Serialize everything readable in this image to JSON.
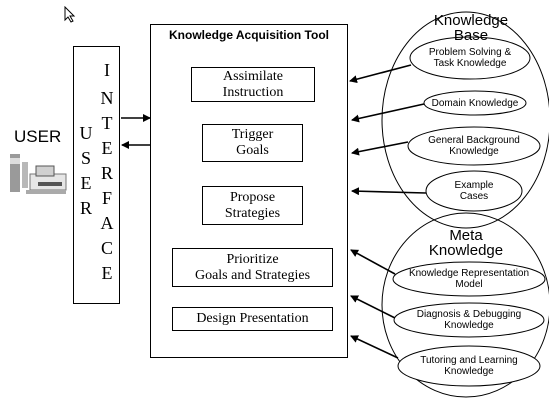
{
  "user": {
    "label": "USER"
  },
  "interface": {
    "letters": [
      "I",
      "N",
      "T",
      "E",
      "R",
      "F",
      "A",
      "C",
      "E"
    ],
    "inner": [
      "U",
      "S",
      "E",
      "R"
    ]
  },
  "tool": {
    "title": "Knowledge Acquisition Tool",
    "components": [
      {
        "line1": "Assimilate",
        "line2": "Instruction"
      },
      {
        "line1": "Trigger",
        "line2": "Goals"
      },
      {
        "line1": "Propose",
        "line2": "Strategies"
      },
      {
        "line1": "Prioritize",
        "line2": "Goals and Strategies"
      },
      {
        "line1": "Design Presentation",
        "line2": ""
      }
    ]
  },
  "knowledge_base": {
    "title_line1": "Knowledge",
    "title_line2": "Base",
    "items": [
      {
        "line1": "Problem Solving &",
        "line2": "Task Knowledge"
      },
      {
        "line1": "Domain Knowledge",
        "line2": ""
      },
      {
        "line1": "General Background",
        "line2": "Knowledge"
      },
      {
        "line1": "Example",
        "line2": "Cases"
      }
    ]
  },
  "meta_knowledge": {
    "title_line1": "Meta",
    "title_line2": "Knowledge",
    "items": [
      {
        "line1": "Knowledge Representation",
        "line2": "Model"
      },
      {
        "line1": "Diagnosis & Debugging",
        "line2": "Knowledge"
      },
      {
        "line1": "Tutoring and Learning",
        "line2": "Knowledge"
      }
    ]
  },
  "icons": {
    "cursor": "mouse-pointer-icon",
    "user": "computer-user-icon"
  }
}
